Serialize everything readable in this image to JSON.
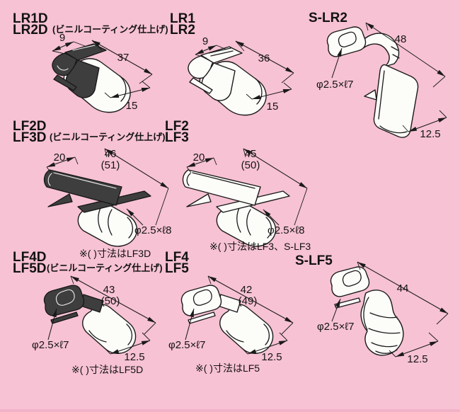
{
  "page": {
    "background": "#f7c2d3",
    "line_color": "#1a1a1a",
    "coating_fill": "#3e3e3e",
    "metal_fill": "#fcfcf9"
  },
  "panels": [
    {
      "id": "lr1d-lr2d",
      "titles": [
        "LR1D",
        "LR2D"
      ],
      "coating": "(ビニルコーティング仕上げ)",
      "dims": {
        "width": "9",
        "length": "37",
        "depth": "15"
      }
    },
    {
      "id": "lr1-lr2",
      "titles": [
        "LR1",
        "LR2"
      ],
      "dims": {
        "width": "9",
        "length": "36",
        "depth": "15"
      }
    },
    {
      "id": "s-lr2",
      "titles": [
        "S-LR2"
      ],
      "dims": {
        "length": "48",
        "depth": "12.5",
        "hole": "φ2.5×ℓ7"
      }
    },
    {
      "id": "lf2d-lf3d",
      "titles": [
        "LF2D",
        "LF3D"
      ],
      "coating": "(ビニルコーティング仕上げ)",
      "dims": {
        "width": "20",
        "length": "46",
        "length_alt": "(51)",
        "hole": "φ2.5×ℓ8"
      },
      "note": "※(  )寸法はLF3D"
    },
    {
      "id": "lf2-lf3",
      "titles": [
        "LF2",
        "LF3"
      ],
      "dims": {
        "width": "20",
        "length": "45",
        "length_alt": "(50)",
        "hole": "φ2.5×ℓ8"
      },
      "note": "※(  )寸法はLF3、S-LF3"
    },
    {
      "id": "lf4d-lf5d",
      "titles": [
        "LF4D",
        "LF5D"
      ],
      "coating": "(ビニルコーティング仕上げ)",
      "dims": {
        "length": "43",
        "length_alt": "(50)",
        "depth": "12.5",
        "hole": "φ2.5×ℓ7"
      },
      "note": "※(  )寸法はLF5D"
    },
    {
      "id": "lf4-lf5",
      "titles": [
        "LF4",
        "LF5"
      ],
      "dims": {
        "length": "42",
        "length_alt": "(49)",
        "depth": "12.5",
        "hole": "φ2.5×ℓ7"
      },
      "note": "※(  )寸法はLF5"
    },
    {
      "id": "s-lf5",
      "titles": [
        "S-LF5"
      ],
      "dims": {
        "length": "44",
        "depth": "12.5",
        "hole": "φ2.5×ℓ7"
      }
    }
  ]
}
